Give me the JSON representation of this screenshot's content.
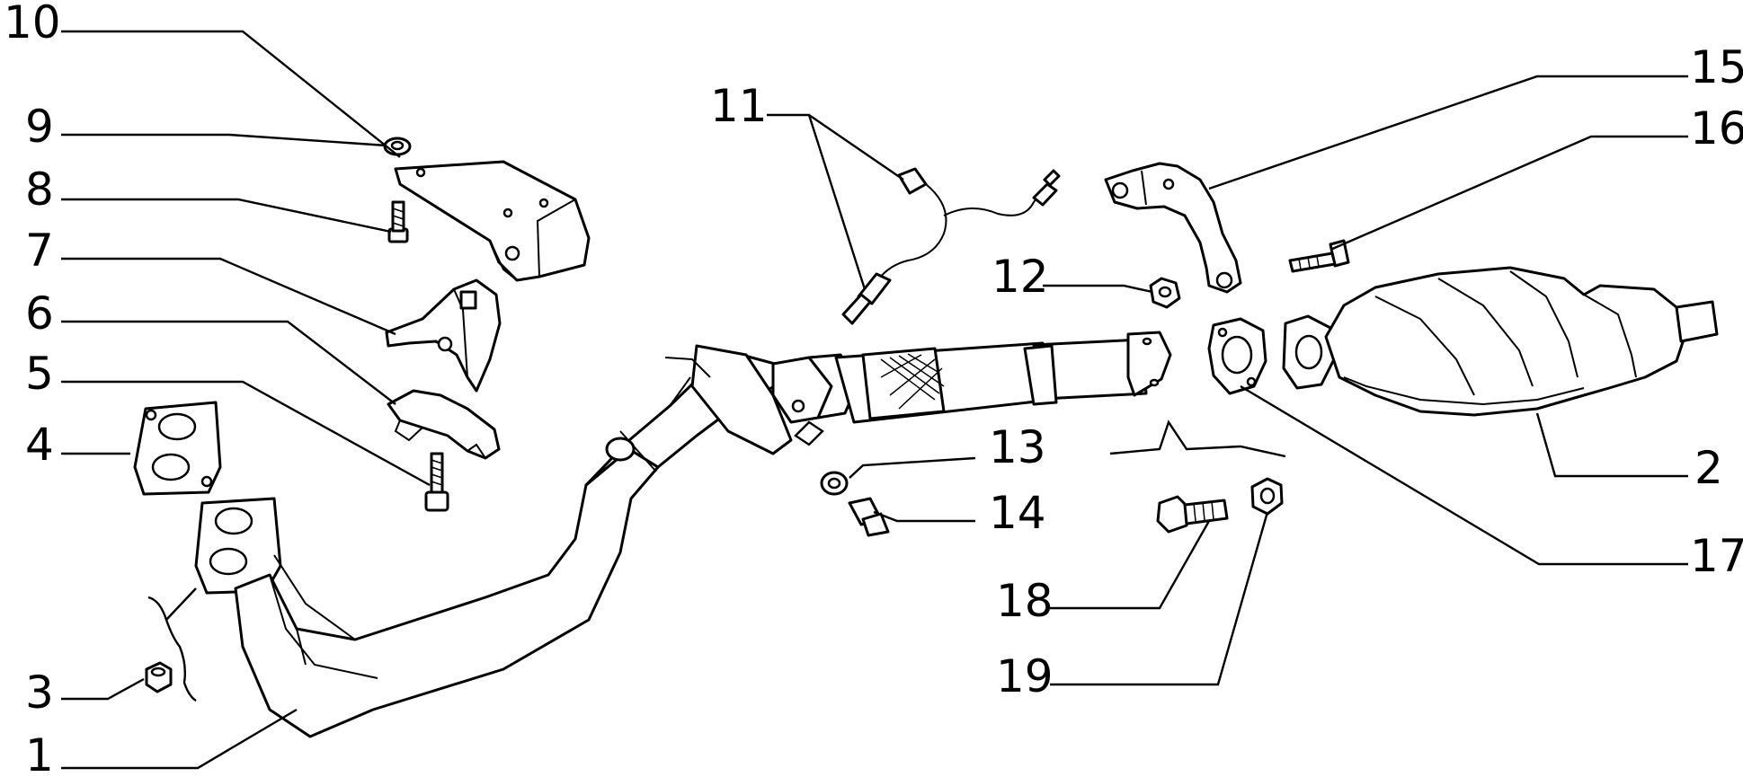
{
  "diagram": {
    "callouts": [
      {
        "id": "c10",
        "label": "10"
      },
      {
        "id": "c9",
        "label": "9"
      },
      {
        "id": "c8",
        "label": "8"
      },
      {
        "id": "c7",
        "label": "7"
      },
      {
        "id": "c6",
        "label": "6"
      },
      {
        "id": "c5",
        "label": "5"
      },
      {
        "id": "c4",
        "label": "4"
      },
      {
        "id": "c3",
        "label": "3"
      },
      {
        "id": "c1",
        "label": "1"
      },
      {
        "id": "c11",
        "label": "11"
      },
      {
        "id": "c12",
        "label": "12"
      },
      {
        "id": "c13",
        "label": "13"
      },
      {
        "id": "c14",
        "label": "14"
      },
      {
        "id": "c18",
        "label": "18"
      },
      {
        "id": "c19",
        "label": "19"
      },
      {
        "id": "c15",
        "label": "15"
      },
      {
        "id": "c16",
        "label": "16"
      },
      {
        "id": "c2",
        "label": "2"
      },
      {
        "id": "c17",
        "label": "17"
      }
    ]
  }
}
